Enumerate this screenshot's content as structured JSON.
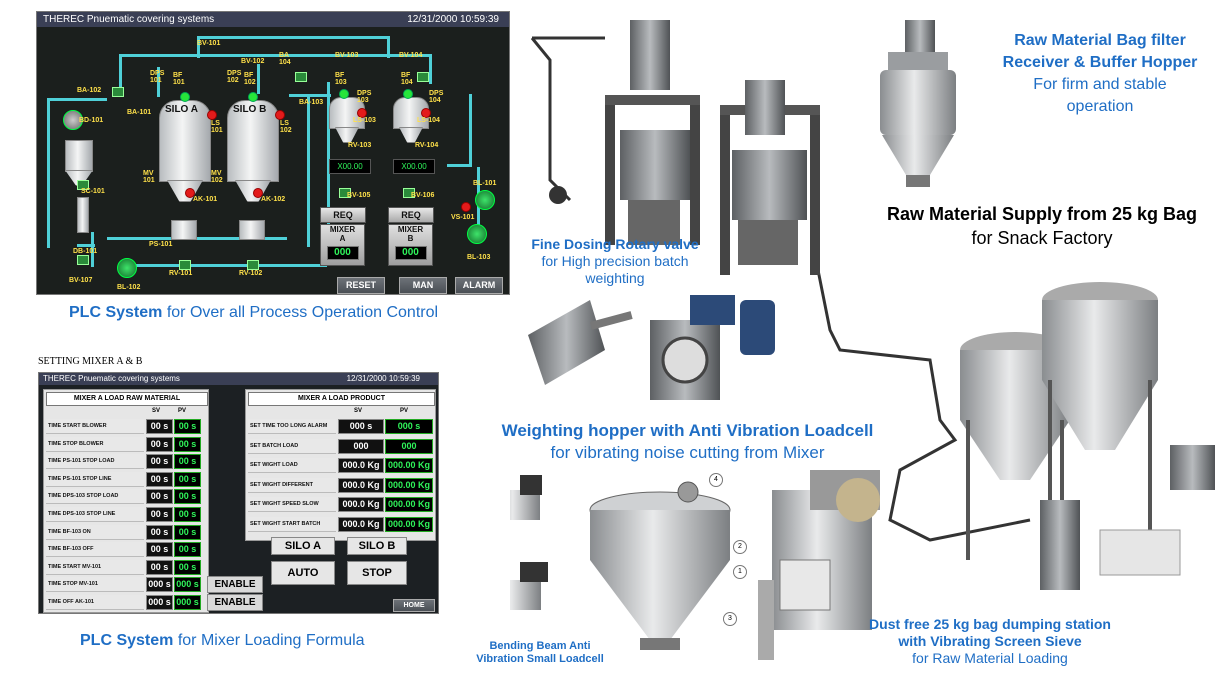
{
  "plc1": {
    "title": "THEREC Pnuematic covering systems",
    "datetime": "12/31/2000 10:59:39",
    "silo_a": "SILO A",
    "silo_b": "SILO B",
    "req_a": "REQ",
    "req_b": "REQ",
    "mixer_a": "MIXER\nA",
    "mixer_a_l1": "MIXER",
    "mixer_a_l2": "A",
    "mixer_b_l1": "MIXER",
    "mixer_b_l2": "B",
    "mixer_a_count": "000",
    "mixer_b_count": "000",
    "display_a": "X00.00",
    "display_b": "X00.00",
    "buttons": {
      "reset": "RESET",
      "man": "MAN",
      "alarm": "ALARM"
    },
    "tags": {
      "bv101": "BV-101",
      "bv102": "BV-102",
      "bv103": "BV-103",
      "bv104": "BV-104",
      "ba102": "BA-102",
      "ba101": "BA-101",
      "ba104": "BA\n104",
      "ba103": "BA-103",
      "dps101": "DPS\n101",
      "bf101": "BF\n101",
      "dps102": "DPS\n102",
      "bf102": "BF\n102",
      "bf103": "BF\n103",
      "dps103": "DPS\n103",
      "bf104": "BF\n104",
      "dps104": "DPS\n104",
      "bd101": "BD-101",
      "ls101": "LS\n101",
      "ls102": "LS\n102",
      "ls103": "LS-103",
      "ls104": "LS-104",
      "rv103": "RV-103",
      "rv104": "RV-104",
      "mv101": "MV\n101",
      "mv102": "MV\n102",
      "sc101": "SC-101",
      "ak101": "AK-101",
      "ak102": "AK-102",
      "bv105": "BV-105",
      "bv106": "BV-106",
      "bl101": "BL-101",
      "vs101": "VS-101",
      "bl103": "BL-103",
      "ps101": "PS-101",
      "db101": "DB-101",
      "bl102": "BL-102",
      "rv101": "RV-101",
      "rv102": "RV-102",
      "bv107": "BV-107"
    }
  },
  "plc2": {
    "heading": "SETTING MIXER A & B",
    "title": "THEREC Pnuematic covering systems",
    "datetime": "12/31/2000 10:59:39",
    "raw": {
      "header": "MIXER A LOAD RAW MATERIAL",
      "sv": "SV",
      "pv": "PV",
      "rows": [
        {
          "label": "TIME START BLOWER",
          "sv": "00 s",
          "pv": "00 s"
        },
        {
          "label": "TIME STOP BLOWER",
          "sv": "00 s",
          "pv": "00 s"
        },
        {
          "label": "TIME PS-101 STOP LOAD",
          "sv": "00 s",
          "pv": "00 s"
        },
        {
          "label": "TIME PS-101 STOP LINE",
          "sv": "00 s",
          "pv": "00 s"
        },
        {
          "label": "TIME DPS-103 STOP LOAD",
          "sv": "00 s",
          "pv": "00 s"
        },
        {
          "label": "TIME DPS-103 STOP LINE",
          "sv": "00 s",
          "pv": "00 s"
        },
        {
          "label": "TIME BF-103 ON",
          "sv": "00 s",
          "pv": "00 s"
        },
        {
          "label": "TIME BF-103 OFF",
          "sv": "00 s",
          "pv": "00 s"
        },
        {
          "label": "TIME START MV-101",
          "sv": "00 s",
          "pv": "00 s"
        },
        {
          "label": "TIME STOP MV-101",
          "sv": "000 s",
          "pv": "000 s"
        },
        {
          "label": "TIME OFF AK-101",
          "sv": "000 s",
          "pv": "000 s"
        }
      ]
    },
    "product": {
      "header": "MIXER A LOAD PRODUCT",
      "sv": "SV",
      "pv": "PV",
      "rows": [
        {
          "label": "SET TIME TOO LONG ALARM",
          "sv": "000 s",
          "pv": "000 s"
        },
        {
          "label": "SET BATCH LOAD",
          "sv": "000",
          "pv": "000"
        },
        {
          "label": "SET WIGHT LOAD",
          "sv": "000.0 Kg",
          "pv": "000.00 Kg"
        },
        {
          "label": "SET WIGHT DIFFERENT",
          "sv": "000.0 Kg",
          "pv": "000.00 Kg"
        },
        {
          "label": "SET WIGHT SPEED SLOW",
          "sv": "000.0 Kg",
          "pv": "000.00 Kg"
        },
        {
          "label": "SET WIGHT START BATCH",
          "sv": "000.0 Kg",
          "pv": "000.00 Kg"
        }
      ]
    },
    "buttons": {
      "silo_a": "SILO A",
      "silo_b": "SILO B",
      "auto": "AUTO",
      "stop": "STOP",
      "enable1": "ENABLE",
      "enable2": "ENABLE",
      "home": "HOME"
    }
  },
  "captions": {
    "plc1_bold": "PLC System",
    "plc1_rest": " for Over all Process Operation Control",
    "plc2_bold": "PLC System",
    "plc2_rest": " for Mixer Loading Formula",
    "bag_filter_l1": "Raw Material Bag filter",
    "bag_filter_l2": "Receiver  & Buffer Hopper",
    "bag_filter_l3": "For firm and stable",
    "bag_filter_l4": "operation",
    "supply_l1": "Raw Material Supply from 25 kg Bag",
    "supply_l2": "for Snack Factory",
    "rotary_l1": "Fine Dosing Rotary valve",
    "rotary_l2": "for High precision batch",
    "rotary_l3": "weighting",
    "hopper_l1": "Weighting hopper with Anti Vibration  Loadcell",
    "hopper_l2": "for vibrating noise  cutting from Mixer",
    "loadcell_l1": "Bending Beam Anti",
    "loadcell_l2": "Vibration Small Loadcell",
    "dump_l1": "Dust free 25 kg bag dumping station",
    "dump_l2": "with Vibrating Screen Sieve",
    "dump_l3": "for Raw Material Loading",
    "callouts": [
      "4",
      "2",
      "1",
      "3"
    ]
  },
  "colors": {
    "accent_blue": "#1f6ec5",
    "pipe_cyan": "#4fd0d8",
    "led_green": "#2ff45a",
    "alarm_red": "#e31b1b"
  }
}
